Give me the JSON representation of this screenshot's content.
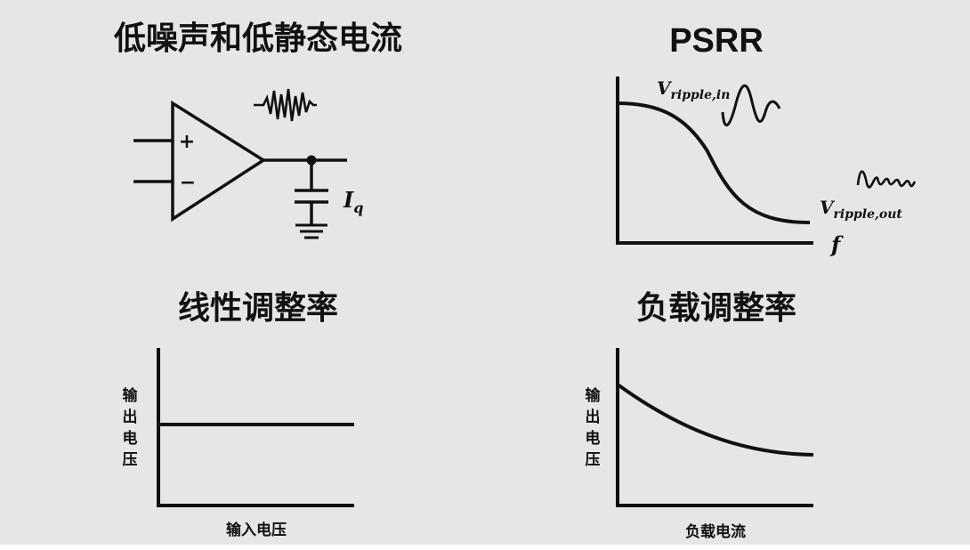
{
  "panels": {
    "noise": {
      "title": "低噪声和低静态电流",
      "op_amp": {
        "plus_sign": "+",
        "minus_sign": "−"
      },
      "iq_label": {
        "main": "I",
        "subscript": "q"
      },
      "icons": [
        "op-amp-symbol",
        "resistor-noise-zigzag",
        "capacitor-symbol",
        "ground-symbol"
      ]
    },
    "psrr": {
      "title": "PSRR",
      "ripple_in": {
        "main": "V",
        "subscript": "ripple,in"
      },
      "ripple_out": {
        "main": "V",
        "subscript": "ripple,out"
      },
      "x_axis_label": "f"
    },
    "line_regulation": {
      "title": "线性调整率",
      "y_axis_label": "输出电压",
      "x_axis_label": "输入电压"
    },
    "load_regulation": {
      "title": "负载调整率",
      "y_axis_label": "输出电压",
      "x_axis_label": "负载电流"
    }
  },
  "colors": {
    "background": "#e6e6e6",
    "ink": "#111111"
  }
}
